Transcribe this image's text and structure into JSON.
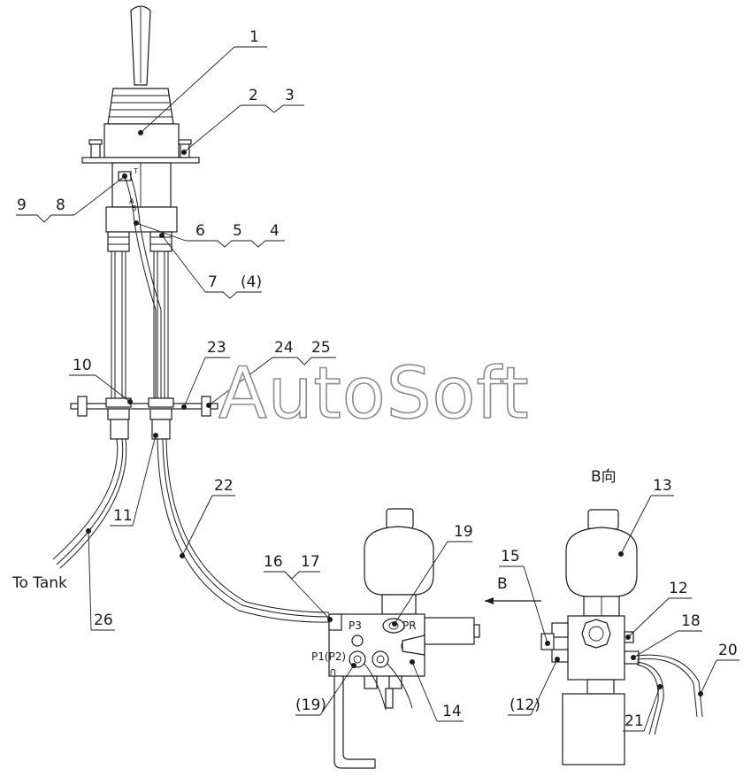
{
  "watermark": "AutoSoft",
  "part_labels": {
    "l1": "1",
    "l2": "2",
    "l3": "3",
    "l9": "9",
    "l8": "8",
    "l6": "6",
    "l5": "5",
    "l4": "4",
    "l7": "7",
    "l4p": "(4)",
    "l10": "10",
    "l23": "23",
    "l24": "24",
    "l25": "25",
    "l11": "11",
    "l22": "22",
    "l26": "26",
    "l16": "16",
    "l17": "17",
    "l19": "19",
    "l19p": "(19)",
    "l14": "14",
    "l13": "13",
    "l15": "15",
    "l12": "12",
    "l12p": "(12)",
    "l18": "18",
    "l20": "20",
    "l21": "21"
  },
  "text_labels": {
    "to_tank": "To Tank",
    "b_view": "B向",
    "b_arrow": "B",
    "port_p3": "P3",
    "port_pr": "PR",
    "port_p1p2": "P1(P2)",
    "port_t": "T",
    "port_a": "A",
    "port_b": "B"
  }
}
